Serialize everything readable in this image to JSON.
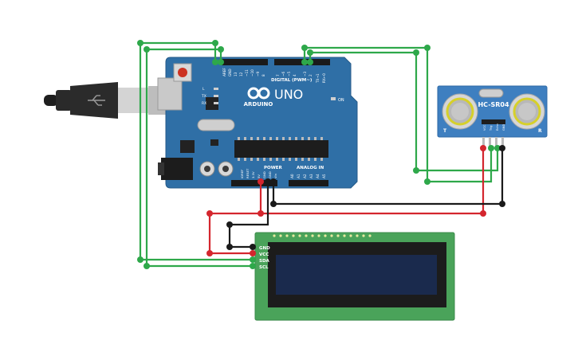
{
  "arduino": {
    "logo_text": "ARDUINO",
    "model": "UNO",
    "digital_label": "DIGITAL (PWM~)",
    "power_label": "POWER",
    "analog_label": "ANALOG IN",
    "on_label": "ON",
    "l_label": "L",
    "tx_label": "TX",
    "rx_label": "RX",
    "digital_pins": [
      "AREF",
      "GND",
      "13",
      "12",
      "~11",
      "~10",
      "~9",
      "8",
      "7",
      "~6",
      "~5",
      "4",
      "~3",
      "2",
      "TX→1",
      "RX←0"
    ],
    "power_pins": [
      "IOREF",
      "RESET",
      "3.3V",
      "5V",
      "GND",
      "GND",
      "Vin"
    ],
    "analog_pins": [
      "A0",
      "A1",
      "A2",
      "A3",
      "A4",
      "A5"
    ]
  },
  "sensor": {
    "name": "HC-SR04",
    "left_mark": "T",
    "right_mark": "R",
    "pins": [
      "VCC",
      "Trig",
      "Echo",
      "GND"
    ]
  },
  "lcd": {
    "pins": [
      "GND",
      "VCC",
      "SDA",
      "SCL"
    ]
  },
  "colors": {
    "board": "#2f6fa6",
    "wire_green": "#2ea84a",
    "wire_red": "#d4262e",
    "wire_black": "#1a1a1a",
    "lcd_pcb": "#4aa35a",
    "lcd_screen": "#1a2a4d",
    "sensor_pcb": "#3e7fc0"
  }
}
